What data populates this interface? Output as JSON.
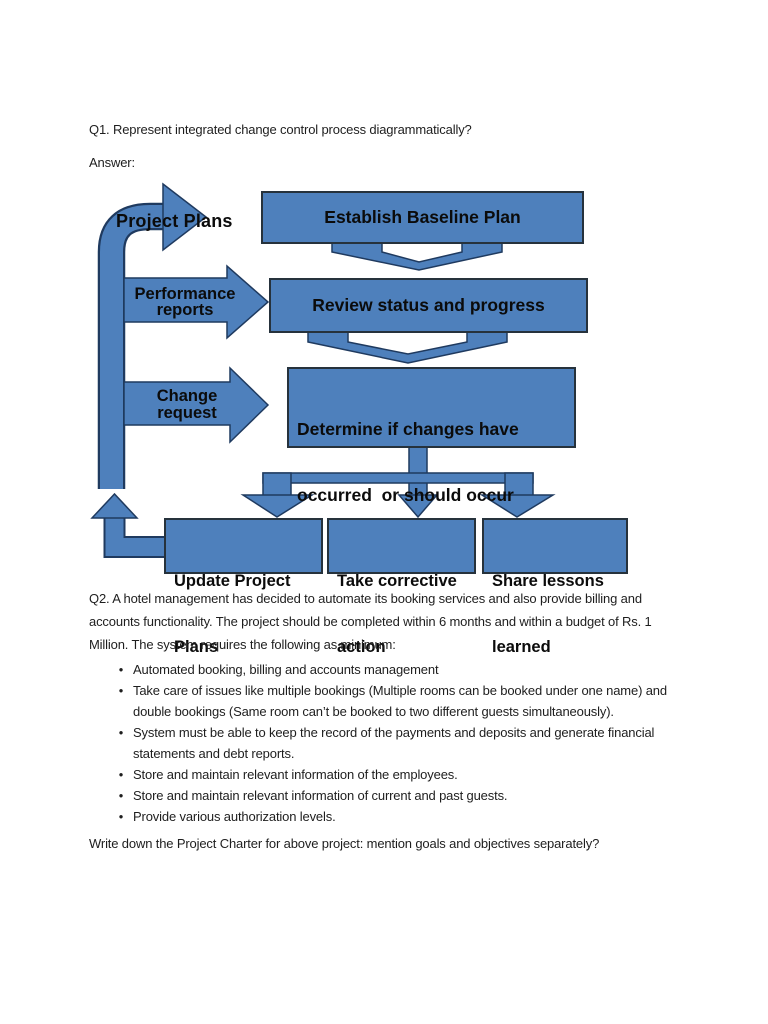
{
  "document": {
    "q1": "Q1. Represent integrated change control process diagrammatically?",
    "answer_label": "Answer:",
    "q2_lines": [
      "Q2. A hotel management has decided to automate its booking services and also provide billing and",
      "accounts functionality. The project should be completed within 6 months and within  a budget of Rs. 1",
      "Million. The system requires the following as minimum:"
    ],
    "bullets": [
      [
        "Automated booking, billing and accounts management"
      ],
      [
        "Take care of issues like multiple bookings (Multiple rooms can be booked under one name) and",
        "double bookings (Same room can’t be booked to two different guests simultaneously)."
      ],
      [
        "System must be able to keep the record of the payments and deposits and generate financial",
        "statements and debt reports."
      ],
      [
        "Store and maintain relevant information of the employees."
      ],
      [
        "Store and maintain relevant information of current and past guests."
      ],
      [
        "Provide various authorization levels."
      ]
    ],
    "closing": "Write down the Project Charter for above project: mention goals and objectives separately?"
  },
  "diagram": {
    "labels": {
      "project_plans": "Project Plans",
      "establish": "Establish Baseline Plan",
      "performance_1": "Performance",
      "performance_2": "reports",
      "review": "Review status and progress",
      "change_1": "Change",
      "change_2": "request",
      "determine_1": "Determine if changes have",
      "determine_2": "occurred  or should occur",
      "update_1": "Update Project",
      "update_2": "Plans",
      "corrective_1": "Take corrective",
      "corrective_2": "action",
      "share_1": "Share lessons",
      "share_2": "learned"
    },
    "colors": {
      "shape_fill": "#4e80bc",
      "arrow_stroke": "#1f3a5f",
      "box_stroke": "#26323c",
      "label_text": "#0b0b0b"
    }
  }
}
